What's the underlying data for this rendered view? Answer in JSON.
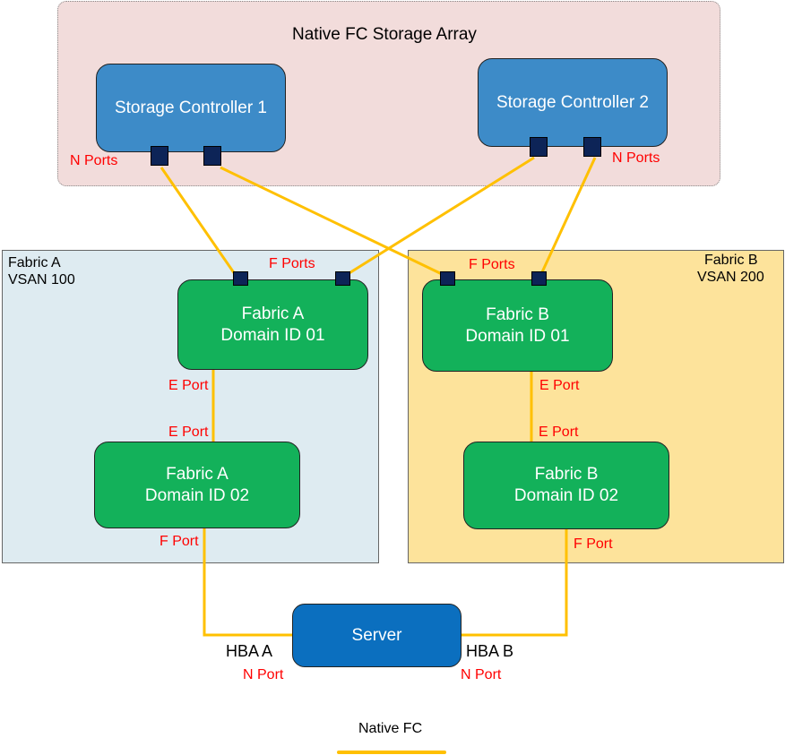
{
  "storage_array": {
    "title": "Native FC Storage Array",
    "controller_1": "Storage Controller 1",
    "controller_2": "Storage Controller 2",
    "n_ports_left": "N Ports",
    "n_ports_right": "N Ports"
  },
  "fabric_a": {
    "zone_label_1": "Fabric A",
    "zone_label_2": "VSAN 100",
    "f_ports_label": "F Ports",
    "switch_1": {
      "line1": "Fabric A",
      "line2": "Domain ID 01"
    },
    "switch_2": {
      "line1": "Fabric A",
      "line2": "Domain ID 02"
    },
    "e_port_upper": "E Port",
    "e_port_lower": "E Port",
    "f_port_bottom": "F Port"
  },
  "fabric_b": {
    "zone_label_1": "Fabric B",
    "zone_label_2": "VSAN 200",
    "f_ports_label": "F Ports",
    "switch_1": {
      "line1": "Fabric B",
      "line2": "Domain ID 01"
    },
    "switch_2": {
      "line1": "Fabric B",
      "line2": "Domain ID 02"
    },
    "e_port_upper": "E Port",
    "e_port_lower": "E Port",
    "f_port_bottom": "F Port"
  },
  "server": {
    "label": "Server",
    "hba_a": "HBA A",
    "hba_b": "HBA B",
    "n_port_a": "N Port",
    "n_port_b": "N Port"
  },
  "legend": {
    "label": "Native FC",
    "color": "#ffc000"
  },
  "colors": {
    "link": "#ffc000",
    "port": "#0d2457",
    "switch": "#13b15a",
    "controller": "#3d8bc8",
    "server": "#0b6fbf",
    "port_label": "#ff0000"
  }
}
